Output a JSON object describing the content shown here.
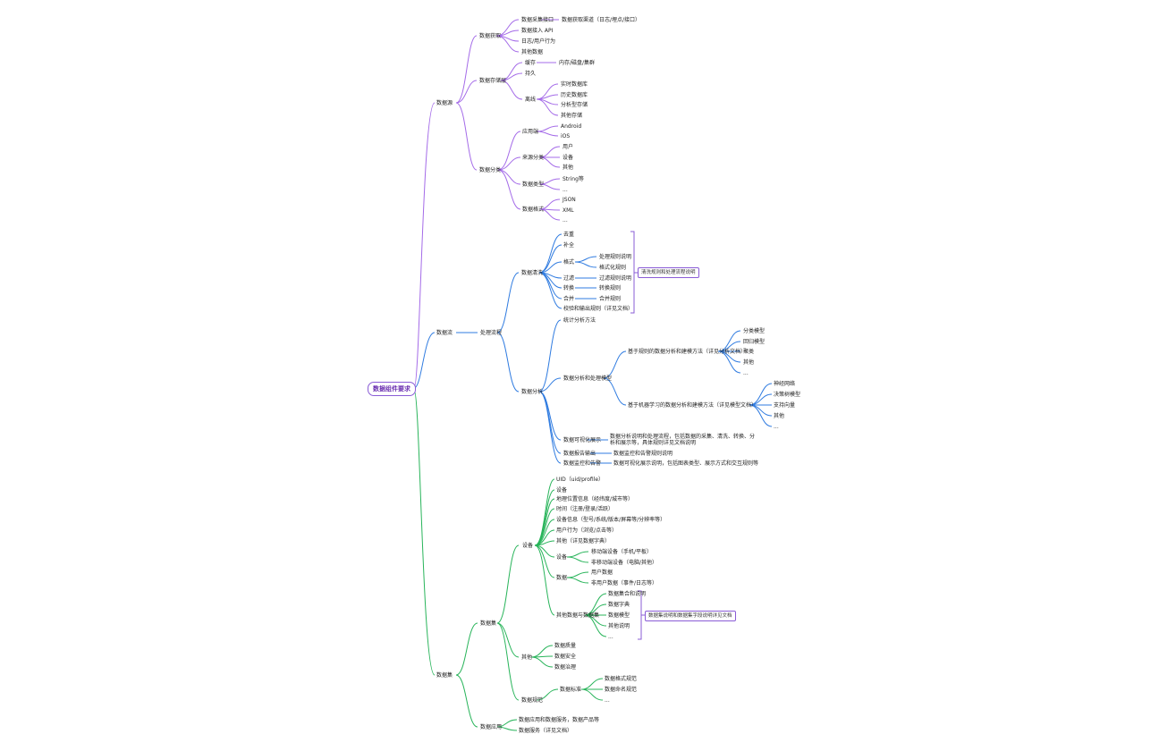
{
  "root": "数据组件要求",
  "colors": {
    "purple": "#a46be8",
    "blue": "#2f7be0",
    "green": "#28b45a",
    "note_border": "#8a5cd6"
  },
  "branches": {
    "purple": {
      "label": "数据源",
      "a1": "数据获取",
      "a1_items": [
        "数据采集接口",
        "数据接入 API",
        "日志/用户行为",
        "其他数据"
      ],
      "a1_note": "数据获取渠道（日志/埋点/接口）",
      "a2": "数据存储层",
      "a2_items": [
        "缓存",
        "持久",
        "离线"
      ],
      "a2_note": "内存/磁盘/集群",
      "a2_sub": [
        "实时数据库",
        "历史数据库",
        "分析型存储",
        "其他存储"
      ],
      "a3": "数据分类",
      "a3_groups": [
        "应用端",
        "来源分类",
        "数据类型",
        "数据格式"
      ],
      "a3_items_g1": [
        "Android",
        "iOS"
      ],
      "a3_items_g2": [
        "用户",
        "设备",
        "其他"
      ],
      "a3_items_g3": [
        "String等",
        "..."
      ],
      "a3_items_g4": [
        "JSON",
        "XML",
        "..."
      ]
    },
    "blue": {
      "label": "数据流",
      "b1": "处理流程",
      "b1a": "数据清洗",
      "b1a_items": [
        "去重",
        "补全",
        "格式",
        "过滤",
        "转换",
        "合并",
        "校验和输出规则（详见文档）"
      ],
      "b1a_items2": [
        "处理规则说明",
        "格式化规则",
        "过滤规则说明",
        "转换规则",
        "合并规则"
      ],
      "b1a_note": "清洗规则和处理流程说明",
      "b1b": "数据分析",
      "b1b_items": [
        "统计分析方法",
        "数据分析和处理模型",
        "数据可视化展示",
        "数据报告输出",
        "数据监控和告警"
      ],
      "b1b_l2": [
        "基于规则的数据分析和建模方法（详见分析文档）",
        "基于机器学习的数据分析和建模方法（详见模型文档）"
      ],
      "b1b_l3a": [
        "分类模型",
        "回归模型",
        "聚类",
        "其他",
        "..."
      ],
      "b1b_l3b": [
        "神经网络",
        "决策树模型",
        "支持向量",
        "其他",
        "..."
      ],
      "b1b_desc": [
        "数据分析说明和处理流程，包括数据的采集、清洗、转换、分析和展示等，具体规则详见文档说明",
        "数据监控和告警规则说明",
        "数据可视化展示说明，包括图表类型、展示方式和交互规则等"
      ]
    },
    "green": {
      "label": "数据集",
      "c1": "数据集",
      "c1_items": [
        "UID（uid/profile）",
        "设备",
        "地理位置信息（经纬度/城市等）",
        "时间（注册/登录/活跃）",
        "设备信息（型号/系统/版本/屏幕等/分辨率等）",
        "用户行为（浏览/点击等）",
        "其他（详见数据字典）",
        "设备",
        "数据",
        "其他数据与数据集"
      ],
      "c1_sub1": [
        "移动端设备（手机/平板）",
        "非移动端设备（电脑/其他）"
      ],
      "c1_sub2": [
        "用户数据",
        "非用户数据（事件/日志等）"
      ],
      "c1_sub3": [
        "数据集合和说明",
        "数据字典",
        "数据模型",
        "其他说明",
        "..."
      ],
      "c1_note": "数据集说明和数据集字段说明详见文档",
      "c2": "其他",
      "c2_items": [
        "数据质量",
        "数据安全",
        "数据治理"
      ],
      "c3": "数据规范",
      "c3a": "数据标准",
      "c3a_items": [
        "数据格式规范",
        "数据命名规范",
        "..."
      ],
      "c4": "数据应用",
      "c4_items": [
        "数据应用和数据服务，数据产品等",
        "数据服务（详见文档）"
      ]
    }
  }
}
